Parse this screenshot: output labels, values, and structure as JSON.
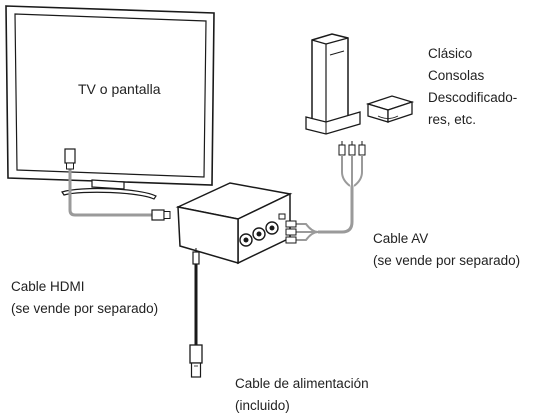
{
  "labels": {
    "tv": "TV o pantalla",
    "consoles": [
      "Clásico",
      "Consolas",
      "Descodificado-",
      "res, etc."
    ],
    "av_cable": [
      "Cable AV",
      "(se vende por separado)"
    ],
    "hdmi_cable": [
      "Cable HDMI",
      "(se vende por separado)"
    ],
    "power_cable": [
      "Cable de alimentación",
      "(incluido)"
    ]
  },
  "colors": {
    "outline": "#1a1a1a",
    "cable_gray": "#9a9a9a",
    "cable_black": "#1a1a1a",
    "text": "#222222"
  }
}
